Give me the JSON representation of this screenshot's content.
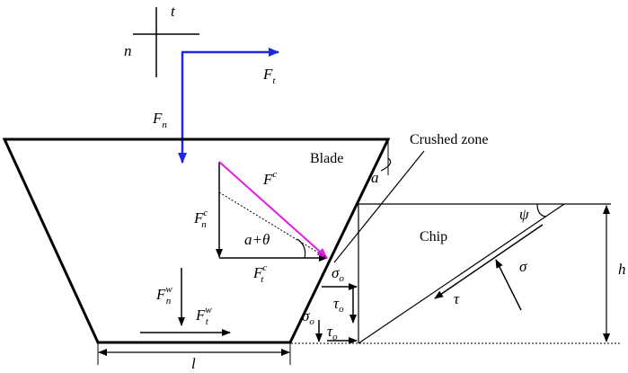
{
  "axes": {
    "t": "t",
    "n": "n"
  },
  "forces": {
    "Ft": {
      "main": "F",
      "sub": "t"
    },
    "Fn": {
      "main": "F",
      "sub": "n"
    },
    "Fc": {
      "main": "F",
      "sup": "c"
    },
    "Fnc": {
      "main": "F",
      "sub": "n",
      "sup": "c"
    },
    "Ftc": {
      "main": "F",
      "sub": "t",
      "sup": "c"
    },
    "Fnw": {
      "main": "F",
      "sub": "n",
      "sup": "w"
    },
    "Ftw": {
      "main": "F",
      "sub": "t",
      "sup": "w"
    }
  },
  "labels": {
    "blade": "Blade",
    "chip": "Chip",
    "crushed_zone": "Crushed zone",
    "angle_a": "a",
    "angle_sum": "a+θ",
    "psi": "ψ",
    "sigma": "σ",
    "tau": "τ",
    "sigma_o": {
      "main": "σ",
      "sub": "o"
    },
    "tau_o": {
      "main": "τ",
      "sub": "o"
    },
    "h": "h",
    "l": "l"
  },
  "colors": {
    "blue": "#1f24e6",
    "magenta": "#e619e6",
    "black": "#000000"
  }
}
